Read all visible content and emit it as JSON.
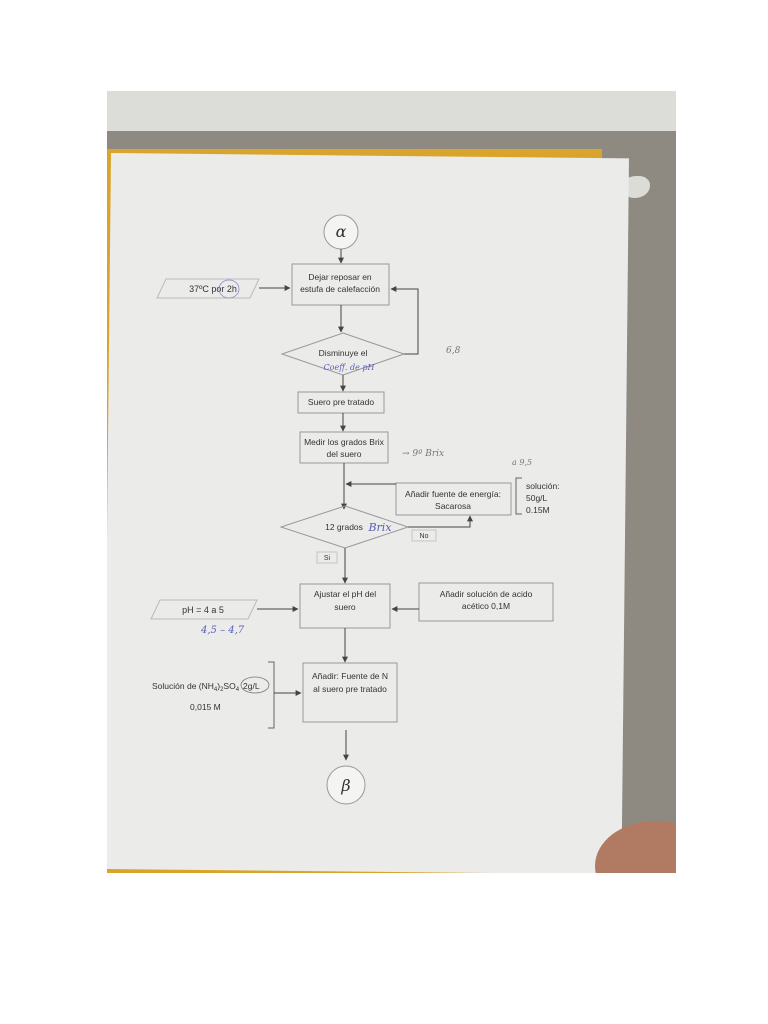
{
  "diagram": {
    "start_connector": "α",
    "end_connector": "β",
    "steps": {
      "rest_line1": "Dejar reposar en",
      "rest_line2": "estufa de calefacción",
      "temp_input": "37ºC por 2h",
      "decision1": "Disminuye el",
      "decision1_hand": "Coeff. de pH",
      "decision1_note": "6,8",
      "pretreated": "Suero pre tratado",
      "brix_line1": "Medir los grados Brix",
      "brix_line2": "del suero",
      "brix_note": "→ 9º Brix",
      "energy_line1": "Añadir fuente de energía:",
      "energy_line2": "Sacarosa",
      "energy_note": "a 9,5",
      "solution_line1": "solución:",
      "solution_line2": "50g/L",
      "solution_line3": "0.15M",
      "decision2": "12 grados",
      "decision2_hand": "Brix",
      "no_label": "No",
      "yes_label": "Si",
      "ph_line1": "Ajustar el pH del",
      "ph_line2": "suero",
      "ph_input": "pH = 4 a 5",
      "ph_note": "4,5 – 4,7",
      "acid_line1": "Añadir solución de acido",
      "acid_line2": "acético 0,1M",
      "n_line1": "Añadir: Fuente de N",
      "n_line2": "al suero pre tratado",
      "sulfate_prefix": "Solución de (NH",
      "sulfate_sub1": "4",
      "sulfate_mid": ")",
      "sulfate_sub2": "2",
      "sulfate_suffix": "SO",
      "sulfate_sub3": "4",
      "sulfate_qty": "2g/L",
      "sulfate_molar": "0,015 M"
    }
  },
  "colors": {
    "paper": "#ebebea",
    "folder": "#d9a42b",
    "background": "#8e8a82",
    "handwriting": "#5a5fb8"
  }
}
